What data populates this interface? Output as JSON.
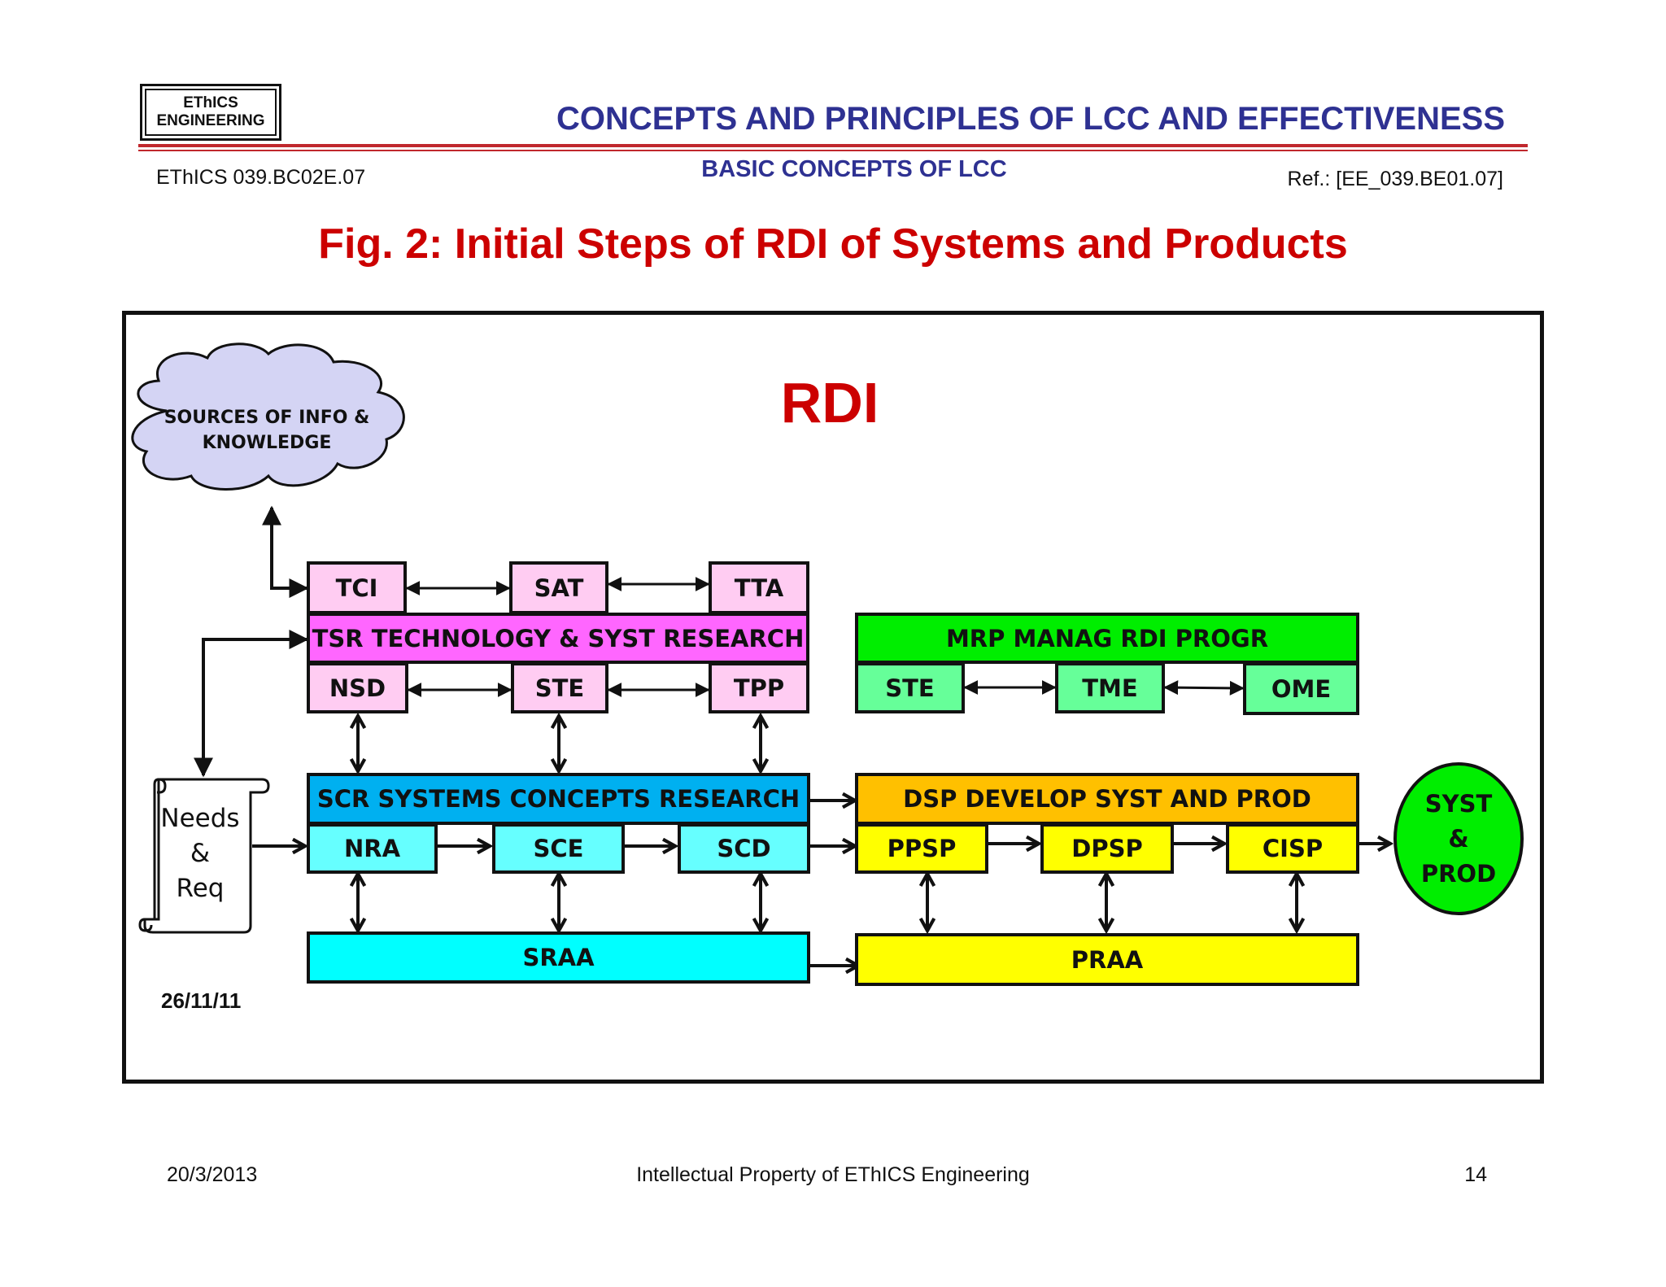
{
  "header": {
    "logo_line1": "EThICS",
    "logo_line2": "ENGINEERING",
    "main_title": "CONCEPTS AND PRINCIPLES OF LCC AND EFFECTIVENESS",
    "subtitle": "BASIC CONCEPTS OF LCC",
    "doc_code": "EThICS 039.BC02E.07",
    "ref": "Ref.: [EE_039.BE01.07]"
  },
  "figure_title": "Fig. 2: Initial Steps of RDI of Systems and Products",
  "diagram": {
    "heading": "RDI",
    "cloud": "SOURCES OF INFO & KNOWLEDGE",
    "needs": {
      "line1": "Needs",
      "line2": "&",
      "line3": "Req"
    },
    "tsr": {
      "top": [
        "TCI",
        "SAT",
        "TTA"
      ],
      "bar": "TSR TECHNOLOGY & SYST RESEARCH",
      "bottom": [
        "NSD",
        "STE",
        "TPP"
      ]
    },
    "mrp": {
      "bar": "MRP MANAG RDI PROGR",
      "items": [
        "STE",
        "TME",
        "OME"
      ]
    },
    "scr": {
      "bar": "SCR SYSTEMS CONCEPTS RESEARCH",
      "items": [
        "NRA",
        "SCE",
        "SCD"
      ],
      "base": "SRAA"
    },
    "dsp": {
      "bar": "DSP DEVELOP SYST AND PROD",
      "items": [
        "PPSP",
        "DPSP",
        "CISP"
      ],
      "base": "PRAA"
    },
    "output": {
      "line1": "SYST",
      "line2": "&",
      "line3": "PROD"
    },
    "date": "26/11/11"
  },
  "footer": {
    "date": "20/3/2013",
    "center": "Intellectual Property of EThICS Engineering",
    "page": "14"
  },
  "colors": {
    "title_blue": "#2e3192",
    "title_red": "#cc0000",
    "rule_red": "#c0282d",
    "pink": "#ffccf2",
    "magenta": "#ff66ff",
    "blue": "#00b0f0",
    "light_cyan": "#66ffff",
    "cyan": "#00ffff",
    "green": "#00ee00",
    "light_green": "#66ff99",
    "orange": "#ffc000",
    "yellow": "#ffff00",
    "cloud": "#d4d4f4"
  }
}
